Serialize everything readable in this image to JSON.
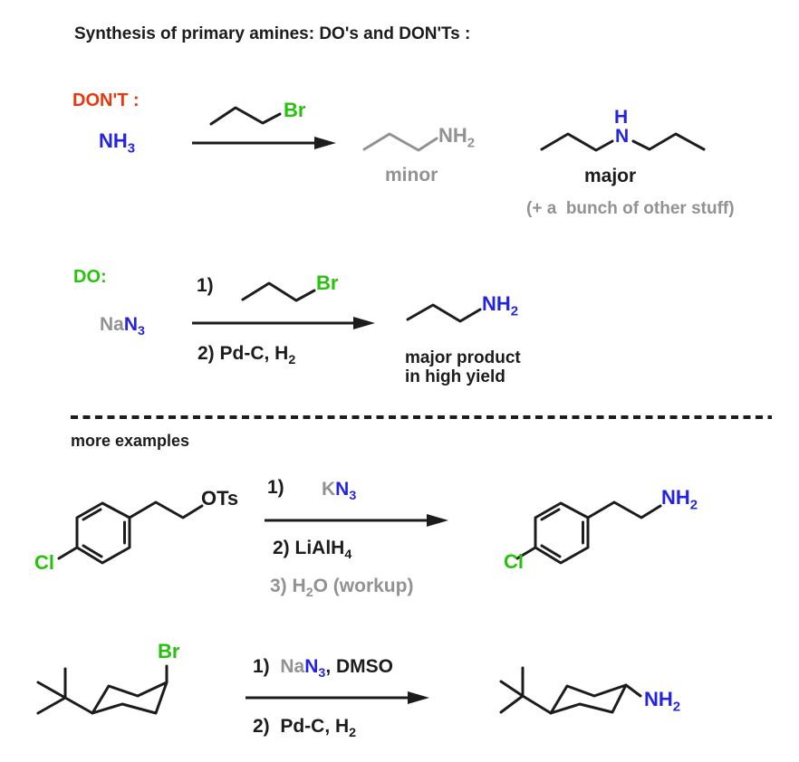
{
  "title": "Synthesis of primary amines: DO's and DON'Ts :",
  "colors": {
    "red": "#e9390c",
    "green": "#27c20d",
    "blue": "#2424e0",
    "gray": "#929292",
    "black": "#1c1c1c"
  },
  "dont": {
    "heading": "DON'T :",
    "ammonia": {
      "base": "NH",
      "sub": "3"
    },
    "bromide_label": "Br",
    "minor": {
      "amine_base": "NH",
      "amine_sub": "2",
      "label": "minor"
    },
    "major": {
      "h": "H",
      "n": "N",
      "label": "major"
    },
    "note": "(+ a  bunch of other stuff)"
  },
  "do": {
    "heading": "DO:",
    "azide": {
      "na": "Na",
      "n": "N",
      "sub": "3"
    },
    "step1_num": "1)",
    "bromide_label": "Br",
    "step2": {
      "text": "2) Pd-C, H",
      "sub": "2"
    },
    "product": {
      "amine_base": "NH",
      "amine_sub": "2",
      "label_line1": "major product",
      "label_line2": "in high yield"
    }
  },
  "more_examples_heading": "more examples",
  "example1": {
    "tosylate_label": "OTs",
    "chloro_label": "Cl",
    "step1_num": "1)",
    "azide": {
      "k": "K",
      "n": "N",
      "sub": "3"
    },
    "step2": {
      "text": "2) LiAlH",
      "sub": "4"
    },
    "step3": {
      "pre": "3) H",
      "sub": "2",
      "post": "O (workup)"
    },
    "product": {
      "chloro_label": "Cl",
      "amine_base": "NH",
      "amine_sub": "2"
    }
  },
  "example2": {
    "bromide_label": "Br",
    "step1": {
      "num": "1)",
      "na": "Na",
      "n": "N",
      "sub": "3",
      "rest": ", DMSO"
    },
    "step2": {
      "text": "2)  Pd-C, H",
      "sub": "2"
    },
    "product": {
      "amine_base": "NH",
      "amine_sub": "2"
    }
  }
}
